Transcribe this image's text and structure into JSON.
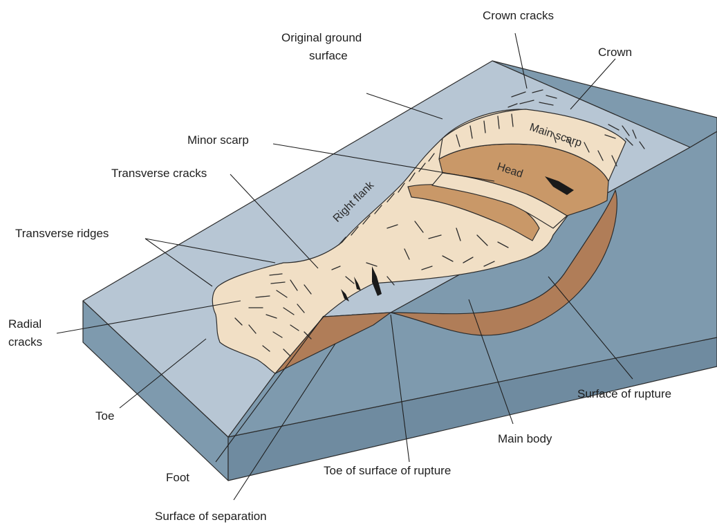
{
  "colors": {
    "ground_top": "#b7c6d4",
    "block_side": "#7e9aae",
    "block_dark": "#6f8ba0",
    "landslide_light": "#f1dfc5",
    "head_block": "#c99868",
    "rupture_surface": "#b07d58",
    "outline": "#2b2b2b"
  },
  "labels": {
    "crown_cracks": "Crown cracks",
    "original_ground_line1": "Original ground",
    "original_ground_line2": "surface",
    "crown": "Crown",
    "minor_scarp": "Minor scarp",
    "transverse_cracks": "Transverse cracks",
    "transverse_ridges": "Transverse ridges",
    "radial_cracks_line1": "Radial",
    "radial_cracks_line2": "cracks",
    "toe": "Toe",
    "foot": "Foot",
    "surface_of_separation": "Surface of separation",
    "toe_of_surface_of_rupture": "Toe of surface of rupture",
    "main_body": "Main body",
    "surface_of_rupture": "Surface of rupture",
    "main_scarp": "Main scarp",
    "head": "Head",
    "right_flank": "Right flank"
  }
}
